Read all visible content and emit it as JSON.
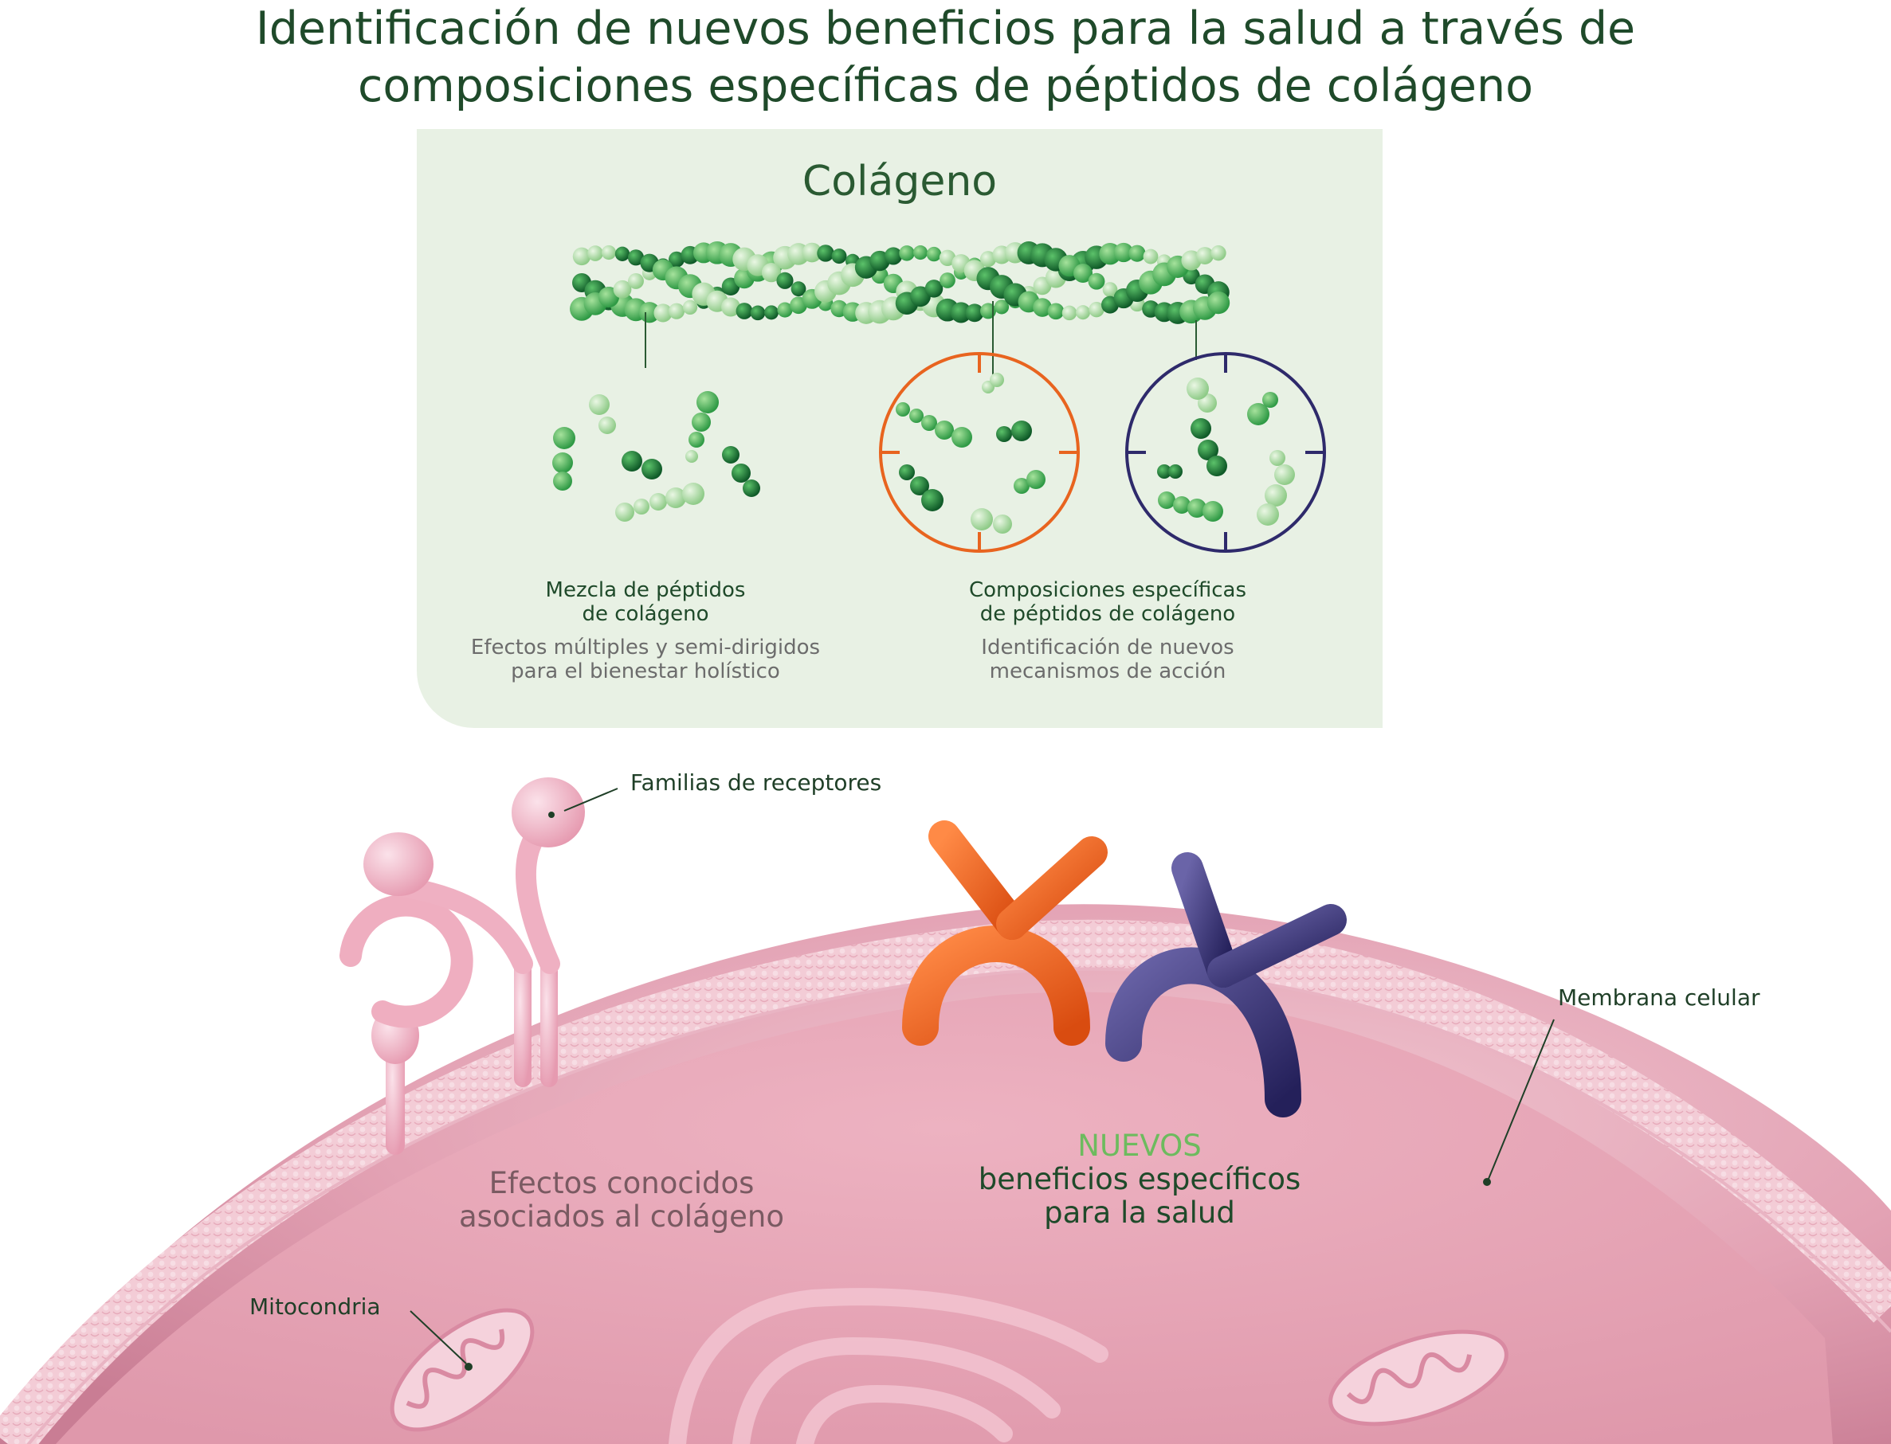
{
  "title": {
    "line1": "Identificación de nuevos beneficios para la salud a través de",
    "line2": "composiciones específicas de péptidos de colágeno"
  },
  "panel": {
    "title": "Colágeno",
    "mix": {
      "heading1": "Mezcla de péptidos",
      "heading2": "de colágeno",
      "sub1": "Efectos múltiples y semi-dirigidos",
      "sub2": "para el bienestar holístico"
    },
    "specific": {
      "heading1": "Composiciones específicas",
      "heading2": "de péptidos de colágeno",
      "sub1": "Identificación de nuevos",
      "sub2": "mecanismos de acción"
    }
  },
  "labels": {
    "receptors": "Familias de receptores",
    "membrane": "Membrana celular",
    "mitochondria": "Mitocondria"
  },
  "known_effects": {
    "line1": "Efectos conocidos",
    "line2": "asociados al colágeno"
  },
  "new_benefits": {
    "word": "NUEVOS",
    "line1": "beneficios específicos",
    "line2": "para la salud"
  },
  "colors": {
    "title_green": "#1f4a2a",
    "panel_bg": "#e8f1e4",
    "dark_green": "#1f7a3a",
    "mid_green": "#4cae55",
    "light_green": "#a8d8a0",
    "orange": "#e8641f",
    "navy": "#2e2a6b",
    "cell_pink": "#e7a8b8",
    "accent_light_green": "#6dbb5e"
  }
}
